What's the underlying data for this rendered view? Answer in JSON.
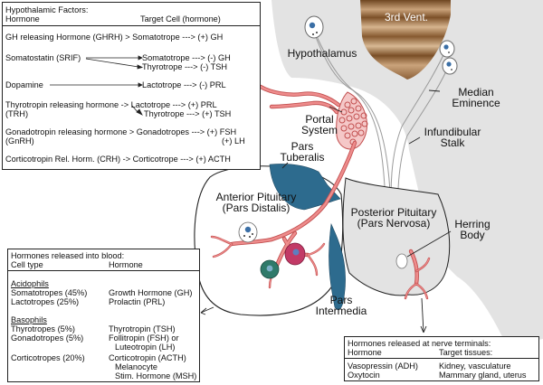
{
  "colors": {
    "gray_tissue": "#e3e3e3",
    "gland_fill": "#ffffff",
    "vessel": "#ee8c8c",
    "vessel_edge": "#c25050",
    "pars_blue": "#2d6b8e",
    "ventricle_brown": "#8a5a2c",
    "line": "#222222"
  },
  "labels": {
    "third_vent": "3rd Vent.",
    "hypothalamus": "Hypothalamus",
    "median_eminence": [
      "Median",
      "Eminence"
    ],
    "portal_system": [
      "Portal",
      "System"
    ],
    "pars_tuberalis": [
      "Pars",
      "Tuberalis"
    ],
    "infundibular_stalk": [
      "Infundibular",
      "Stalk"
    ],
    "anterior_pituitary": [
      "Anterior Pituitary",
      "(Pars Distalis)"
    ],
    "posterior_pituitary": [
      "Posterior Pituitary",
      "(Pars Nervosa)"
    ],
    "herring_body": [
      "Herring",
      "Body"
    ],
    "pars_intermedia": [
      "Pars",
      "Intermedia"
    ]
  },
  "hypothalamic_box": {
    "title": "Hypothalamic Factors:",
    "col_hormone": "Hormone",
    "col_target": "Target Cell (hormone)",
    "rows": [
      {
        "l1": "GH releasing Hormone (GHRH) > Somatotrope ---> (+) GH"
      },
      {
        "l1": "Somatostatin (SRIF)",
        "a1": "Somatotrope ---> (-) GH",
        "a2": "Thyrotrope ---> (-) TSH"
      },
      {
        "l1": "Dopamine",
        "a1": "Lactotrope ---> (-) PRL"
      },
      {
        "l1": "Thyrotropin releasing hormone -> Lactotrope ---> (+) PRL",
        "l2": "(TRH)",
        "a2": "Thyrotrope ---> (+) TSH"
      },
      {
        "l1": "Gonadotropin releasing hormone > Gonadotropes ---> (+) FSH",
        "l2": "(GnRH)",
        "a2": "(+) LH"
      },
      {
        "l1": "Corticotropin Rel. Horm. (CRH) -> Corticotrope ---> (+) ACTH"
      }
    ]
  },
  "blood_box": {
    "title": "Hormones released into blood:",
    "col_cell": "Cell type",
    "col_hormone": "Hormone",
    "acidophils": "Acidophils",
    "acid_rows": [
      {
        "cell": "Somatotropes (45%)",
        "hormone": "Growth Hormone (GH)"
      },
      {
        "cell": "Lactotropes (25%)",
        "hormone": "Prolactin (PRL)"
      }
    ],
    "basophils": "Basophils",
    "baso_rows": [
      {
        "cell": "Thyrotropes (5%)",
        "h1": "Thyrotropin (TSH)"
      },
      {
        "cell": "Gonadotropes (5%)",
        "h1": "Follitropin (FSH) or",
        "h2": "Luteotropin (LH)"
      },
      {
        "cell": "Corticotropes (20%)",
        "h1": "Corticotropin (ACTH)",
        "h2": "Melanocyte",
        "h3": "Stim. Hormone (MSH)"
      }
    ]
  },
  "nerve_box": {
    "title": "Hormones released at nerve terminals:",
    "col_hormone": "Hormone",
    "col_target": "Target tissues:",
    "rows": [
      {
        "hormone": "Vasopressin (ADH)",
        "target": "Kidney, vasculature"
      },
      {
        "hormone": "Oxytocin",
        "target": "Mammary gland, uterus"
      }
    ]
  }
}
